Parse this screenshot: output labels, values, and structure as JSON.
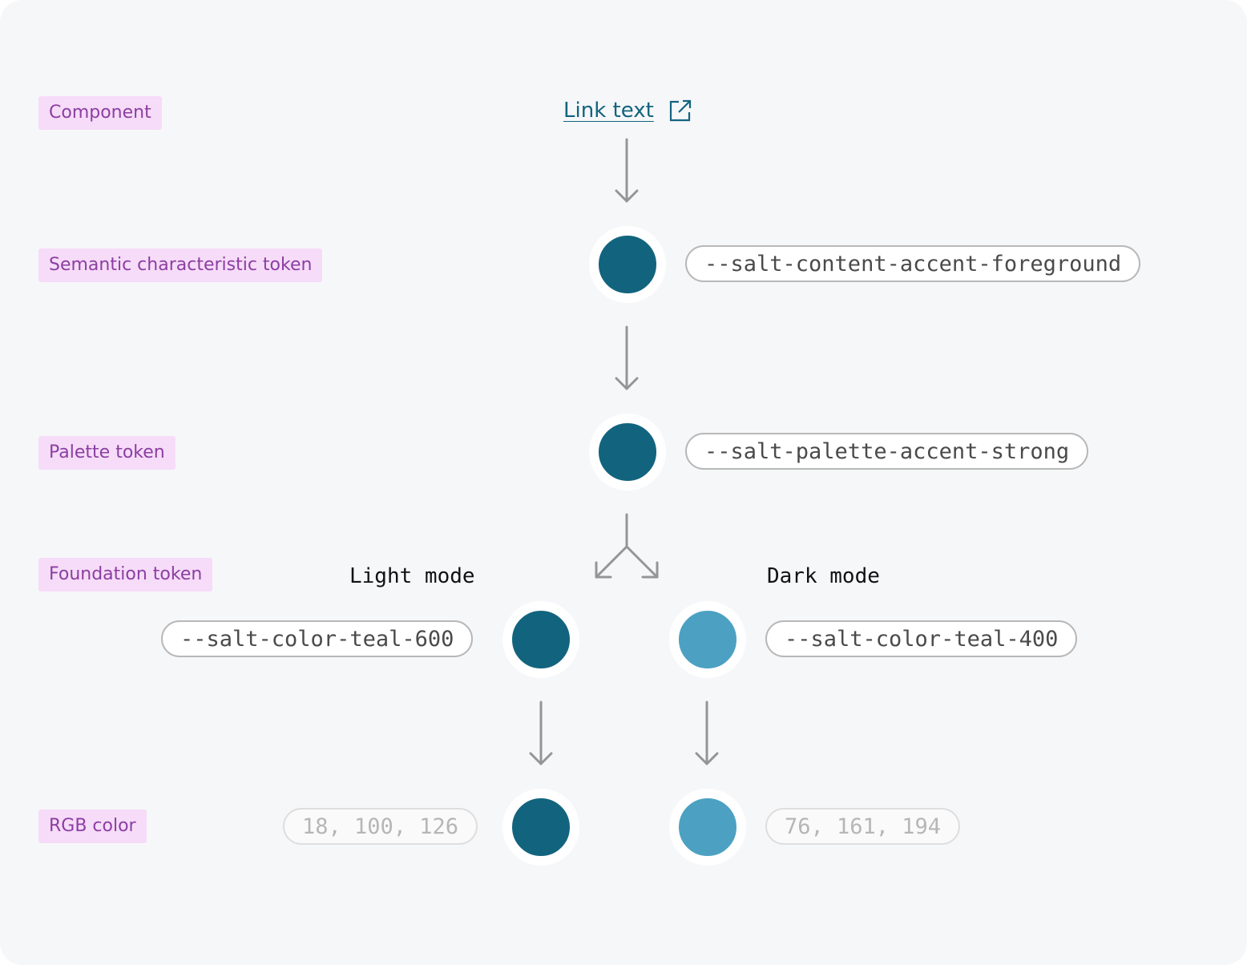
{
  "levels": {
    "component": "Component",
    "semantic": "Semantic characteristic token",
    "palette": "Palette token",
    "foundation": "Foundation token",
    "rgb": "RGB color"
  },
  "component": {
    "link_text": "Link text",
    "link_icon": "external-link-icon"
  },
  "tokens": {
    "semantic": "--salt-content-accent-foreground",
    "palette": "--salt-palette-accent-strong",
    "light": "--salt-color-teal-600",
    "dark": "--salt-color-teal-400"
  },
  "modes": {
    "light": "Light mode",
    "dark": "Dark mode"
  },
  "rgb": {
    "light": "18, 100, 126",
    "dark": "76, 161, 194"
  },
  "colors": {
    "teal_600": "#12647e",
    "teal_400": "#4ca1c2",
    "label_bg": "#f6dcf8",
    "label_text": "#8c3ea3",
    "arrow": "#959595"
  }
}
